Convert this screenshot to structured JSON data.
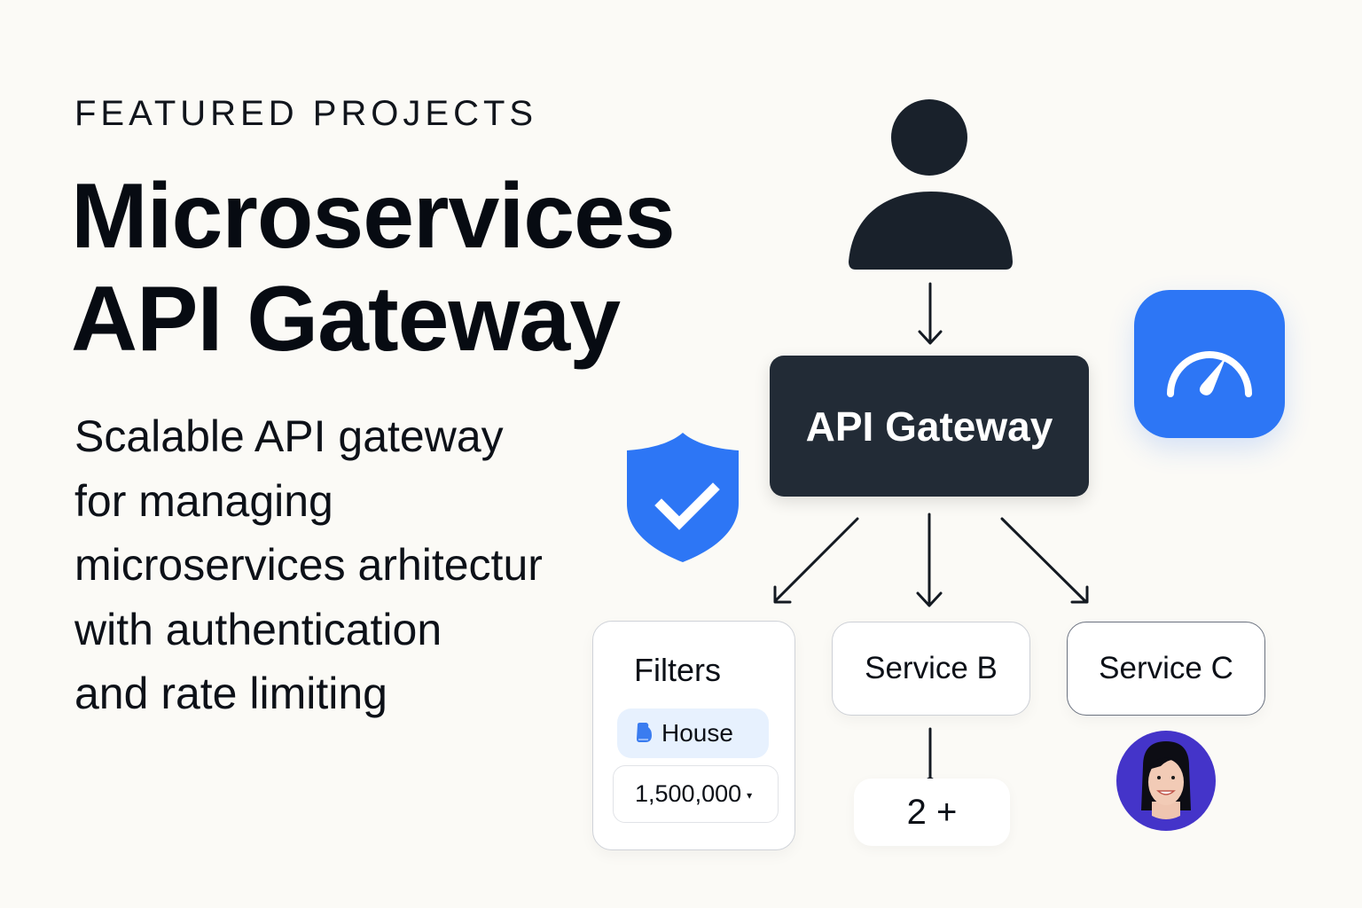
{
  "hero": {
    "eyebrow": "FEATURED PROJECTS",
    "title_lines": [
      "Microservices",
      "API Gateway"
    ],
    "description_lines": [
      "Scalable API gateway",
      "for managing",
      "microservices arhitectur",
      "with authentication",
      "and rate limiting"
    ]
  },
  "diagram": {
    "client_icon": "user-icon",
    "gateway_label": "API Gateway",
    "security_icon": "shield-check-icon",
    "performance_icon": "speedometer-icon",
    "filters_card": {
      "title": "Filters",
      "chip_icon": "house-icon",
      "chip_label": "House",
      "select_value": "1,500,000",
      "select_caret": "▾"
    },
    "services": [
      {
        "label": "Service B"
      },
      {
        "label": "Service C"
      }
    ],
    "service_b_count": "2 +",
    "service_c_avatar": "avatar"
  },
  "colors": {
    "background": "#fbfaf6",
    "text": "#070b12",
    "gateway_bg": "#222b36",
    "accent_blue": "#2d76f5",
    "chip_bg": "#e7f1fe",
    "avatar_bg": "#4434c9"
  }
}
